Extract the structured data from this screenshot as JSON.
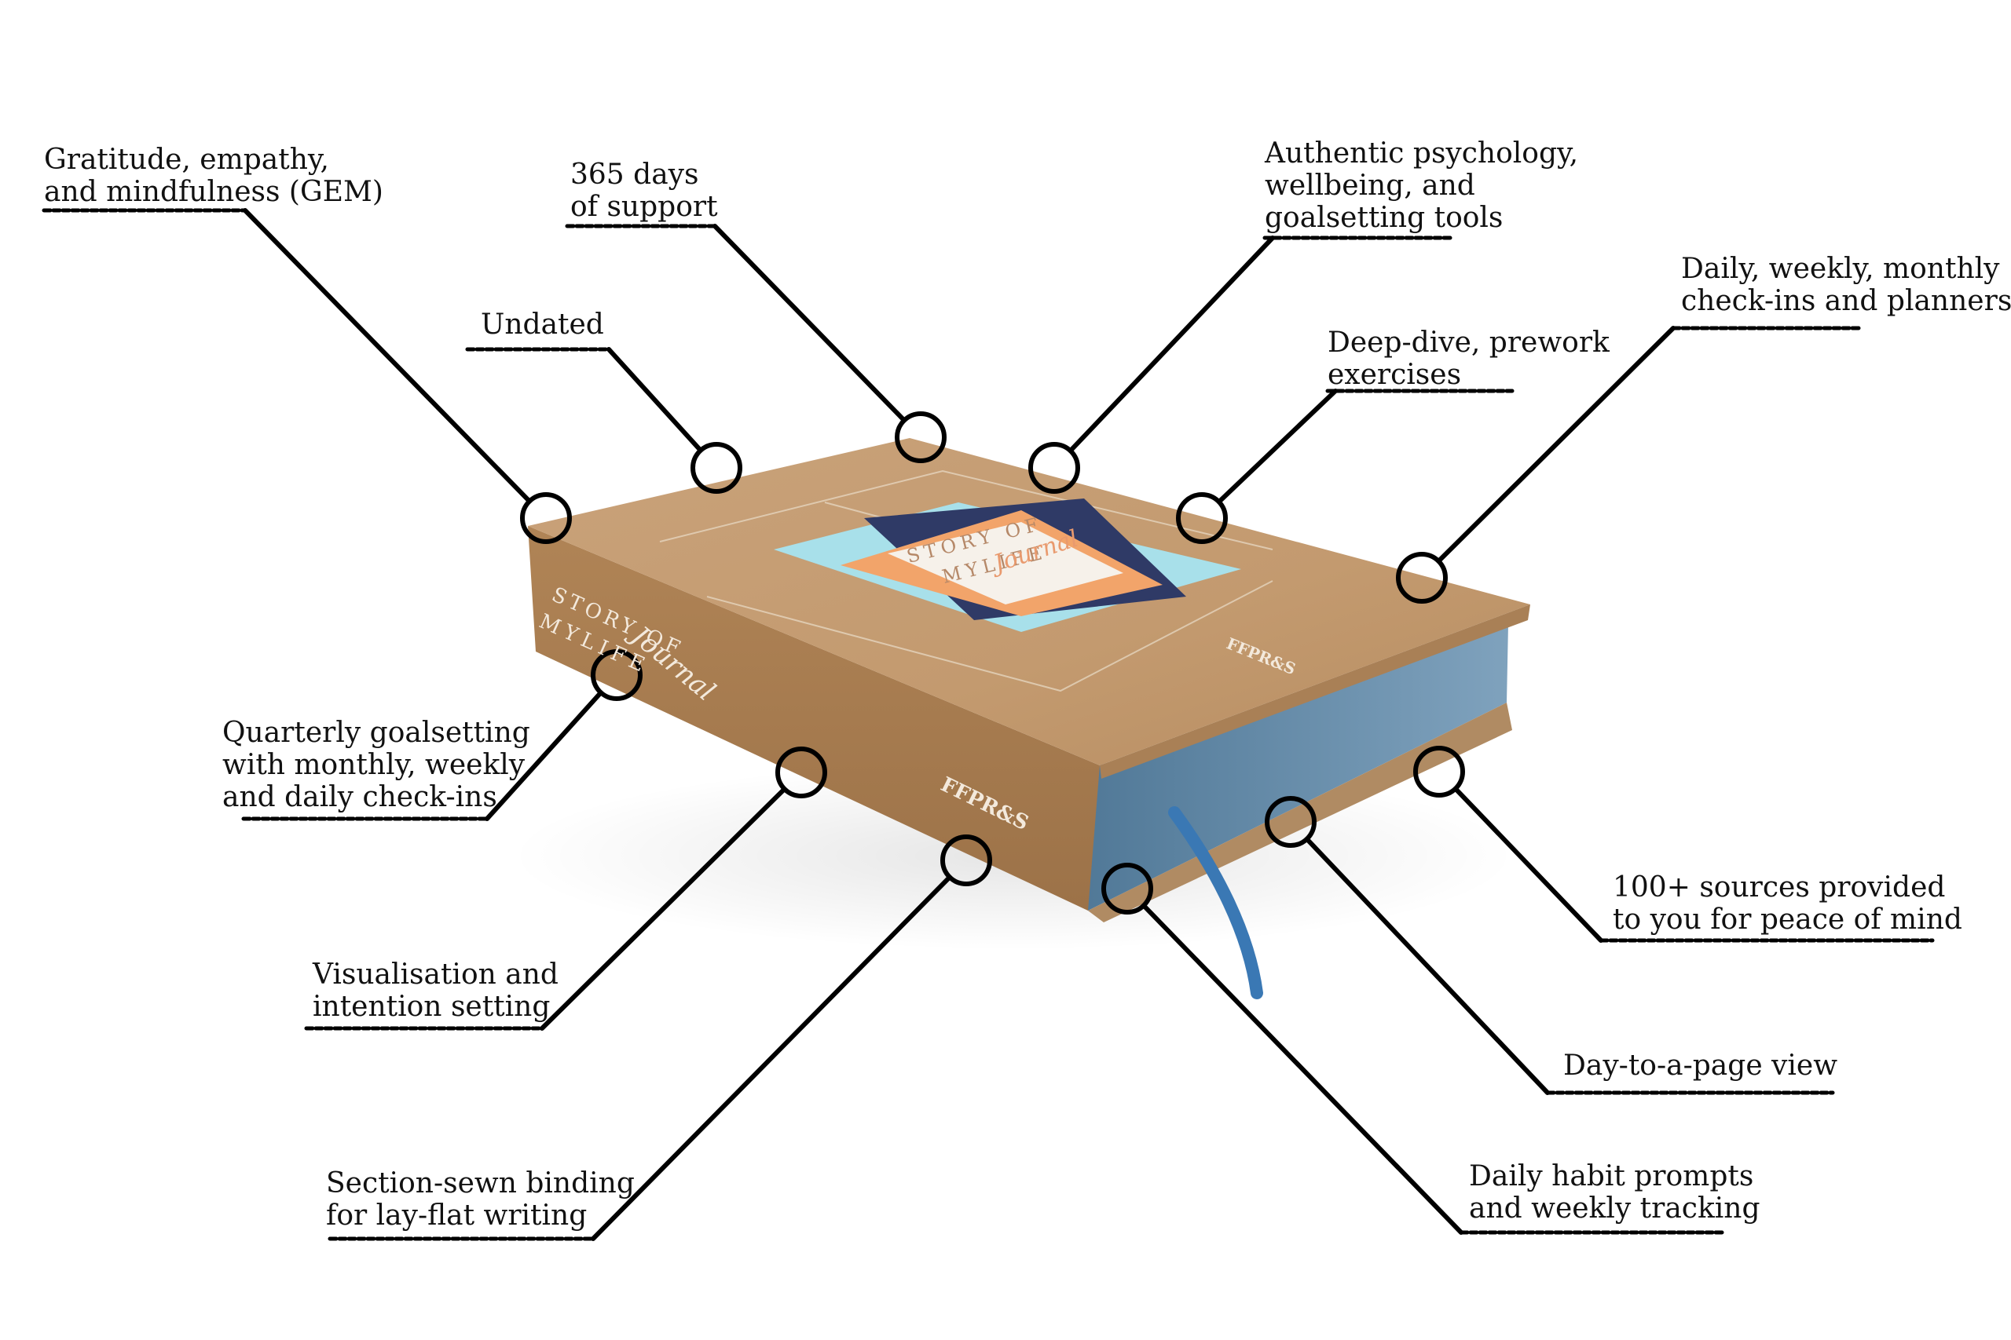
{
  "colors": {
    "leader": "#000000",
    "background": "#ffffff",
    "cover": "#c39a6f",
    "spine": "#a97c52",
    "page_edge": "#5f86a4",
    "ribbon": "#3a78b4",
    "emblem_light": "#9fdde8",
    "emblem_navy": "#2f3a66",
    "emblem_orange": "#f2a46a"
  },
  "product": {
    "spine_title_line1": "STORY OF",
    "spine_title_line2": "MYLIFE",
    "spine_script": "Journal",
    "cover_title_line1": "STORY OF",
    "cover_title_line2": "MYLIFE",
    "cover_script": "Journal",
    "publisher_mark": "FFPR&S"
  },
  "callouts": [
    {
      "id": "gem",
      "lines": [
        "Gratitude, empathy,",
        "and mindfulness (GEM)"
      ]
    },
    {
      "id": "support",
      "lines": [
        "365 days",
        "of support"
      ]
    },
    {
      "id": "undated",
      "lines": [
        "Undated"
      ]
    },
    {
      "id": "psychology",
      "lines": [
        "Authentic psychology,",
        "wellbeing, and",
        "goalsetting tools"
      ]
    },
    {
      "id": "deepdive",
      "lines": [
        "Deep-dive, prework",
        "exercises"
      ]
    },
    {
      "id": "checkins",
      "lines": [
        "Daily, weekly, monthly",
        "check-ins and planners"
      ]
    },
    {
      "id": "quarterly",
      "lines": [
        "Quarterly goalsetting",
        "with monthly, weekly",
        "and daily check-ins"
      ]
    },
    {
      "id": "visualisation",
      "lines": [
        "Visualisation and",
        "intention setting"
      ]
    },
    {
      "id": "sources",
      "lines": [
        "100+ sources provided",
        "to you for peace of mind"
      ]
    },
    {
      "id": "daypage",
      "lines": [
        "Day-to-a-page view"
      ]
    },
    {
      "id": "binding",
      "lines": [
        "Section-sewn binding",
        "for lay-flat writing"
      ]
    },
    {
      "id": "habits",
      "lines": [
        "Daily habit prompts",
        "and weekly tracking"
      ]
    }
  ]
}
